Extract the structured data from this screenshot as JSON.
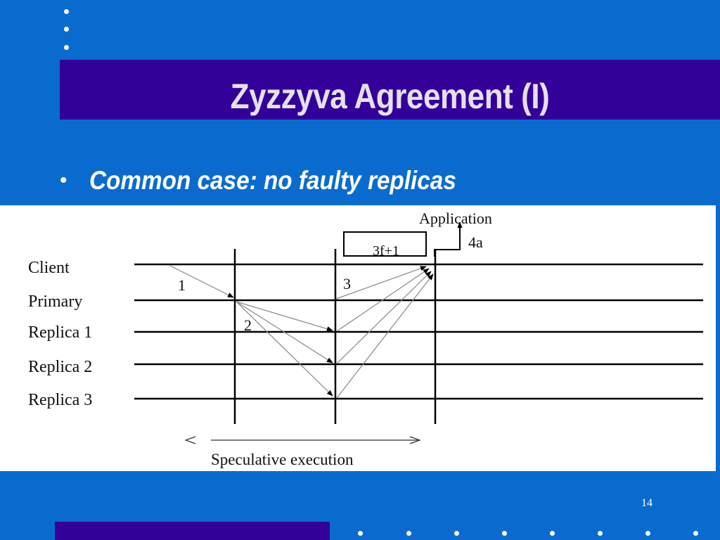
{
  "slide": {
    "title": "Zyzzyva Agreement (I)",
    "bullet": "Common case: no faulty replicas",
    "page_number": "14"
  },
  "diagram": {
    "rows": [
      "Client",
      "Primary",
      "Replica 1",
      "Replica 2",
      "Replica 3"
    ],
    "step_labels": [
      "1",
      "2",
      "3"
    ],
    "quorum_box": "3f+1",
    "application_label": "Application",
    "application_step": "4a",
    "span_label": "Speculative execution"
  },
  "colors": {
    "background": "#0a6bcf",
    "title_band": "#330099",
    "title_text": "#e6e0ea",
    "panel": "#ffffff"
  }
}
